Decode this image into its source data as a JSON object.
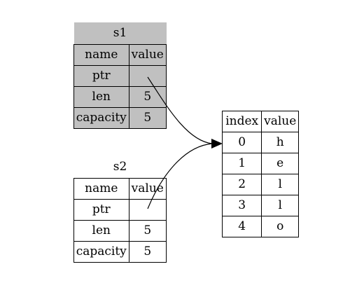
{
  "s1": {
    "title": "s1",
    "headers": [
      "name",
      "value"
    ],
    "rows": [
      {
        "name": "ptr",
        "value": ""
      },
      {
        "name": "len",
        "value": "5"
      },
      {
        "name": "capacity",
        "value": "5"
      }
    ]
  },
  "s2": {
    "title": "s2",
    "headers": [
      "name",
      "value"
    ],
    "rows": [
      {
        "name": "ptr",
        "value": ""
      },
      {
        "name": "len",
        "value": "5"
      },
      {
        "name": "capacity",
        "value": "5"
      }
    ]
  },
  "heap": {
    "headers": [
      "index",
      "value"
    ],
    "rows": [
      {
        "index": "0",
        "value": "h"
      },
      {
        "index": "1",
        "value": "e"
      },
      {
        "index": "2",
        "value": "l"
      },
      {
        "index": "3",
        "value": "l"
      },
      {
        "index": "4",
        "value": "o"
      }
    ]
  },
  "colors": {
    "shaded": "#c0c0c0",
    "line": "#000000"
  }
}
